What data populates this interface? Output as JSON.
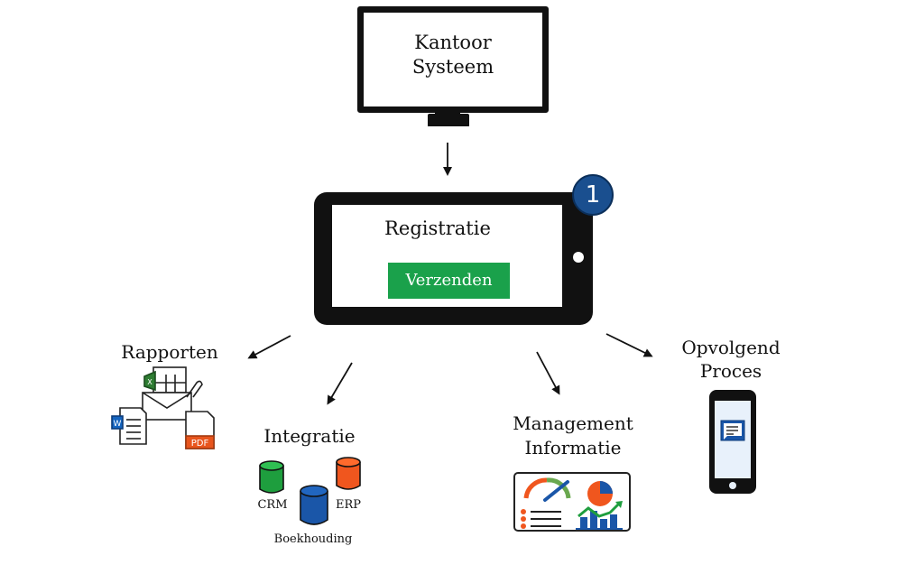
{
  "diagram": {
    "source": {
      "label_line1": "Kantoor",
      "label_line2": "Systeem"
    },
    "registration": {
      "title": "Registratie",
      "button_label": "Verzenden",
      "badge_count": "1",
      "badge_color": "#1a4f8f",
      "button_color": "#1aa14b"
    },
    "outputs": {
      "reports": {
        "label": "Rapporten",
        "pdf_label": "PDF",
        "word_label": "W",
        "excel_label": "X"
      },
      "integration": {
        "label": "Integratie",
        "databases": [
          {
            "name": "CRM",
            "color": "#1e9e3e"
          },
          {
            "name": "Boekhouding",
            "color": "#1a56a8"
          },
          {
            "name": "ERP",
            "color": "#f0561e"
          }
        ]
      },
      "management": {
        "label_line1": "Management",
        "label_line2": "Informatie"
      },
      "followup": {
        "label_line1": "Opvolgend",
        "label_line2": "Proces"
      }
    },
    "colors": {
      "orange": "#f0561e",
      "green": "#1e9e3e",
      "blue": "#1a56a8",
      "light_blue": "#e8f1fb"
    }
  }
}
